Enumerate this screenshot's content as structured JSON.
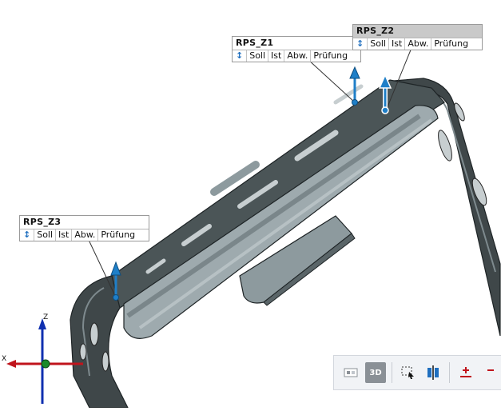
{
  "callouts": [
    {
      "title": "RPS_Z1",
      "cols": [
        "Soll",
        "Ist",
        "Abw.",
        "Prüfung"
      ],
      "active": false
    },
    {
      "title": "RPS_Z2",
      "cols": [
        "Soll",
        "Ist",
        "Abw.",
        "Prüfung"
      ],
      "active": true
    },
    {
      "title": "RPS_Z3",
      "cols": [
        "Soll",
        "Ist",
        "Abw.",
        "Prüfung"
      ],
      "active": false
    }
  ],
  "axes": {
    "x": "X",
    "z": "Z"
  },
  "toolbar": {
    "buttons": [
      "view-frame-icon",
      "3d-view-icon",
      "box-select-icon",
      "align-center-icon",
      "add-point-icon",
      "remove-point-icon"
    ],
    "view3d_label": "3D"
  },
  "colors": {
    "part_fill": "#4b5557",
    "part_light": "#8d9a9e",
    "part_edge": "#222a2c",
    "rps_arrow": "#1f7fc8",
    "axis_x": "#c0141c",
    "axis_z": "#1030b0",
    "axis_y": "#1a8a2a"
  }
}
